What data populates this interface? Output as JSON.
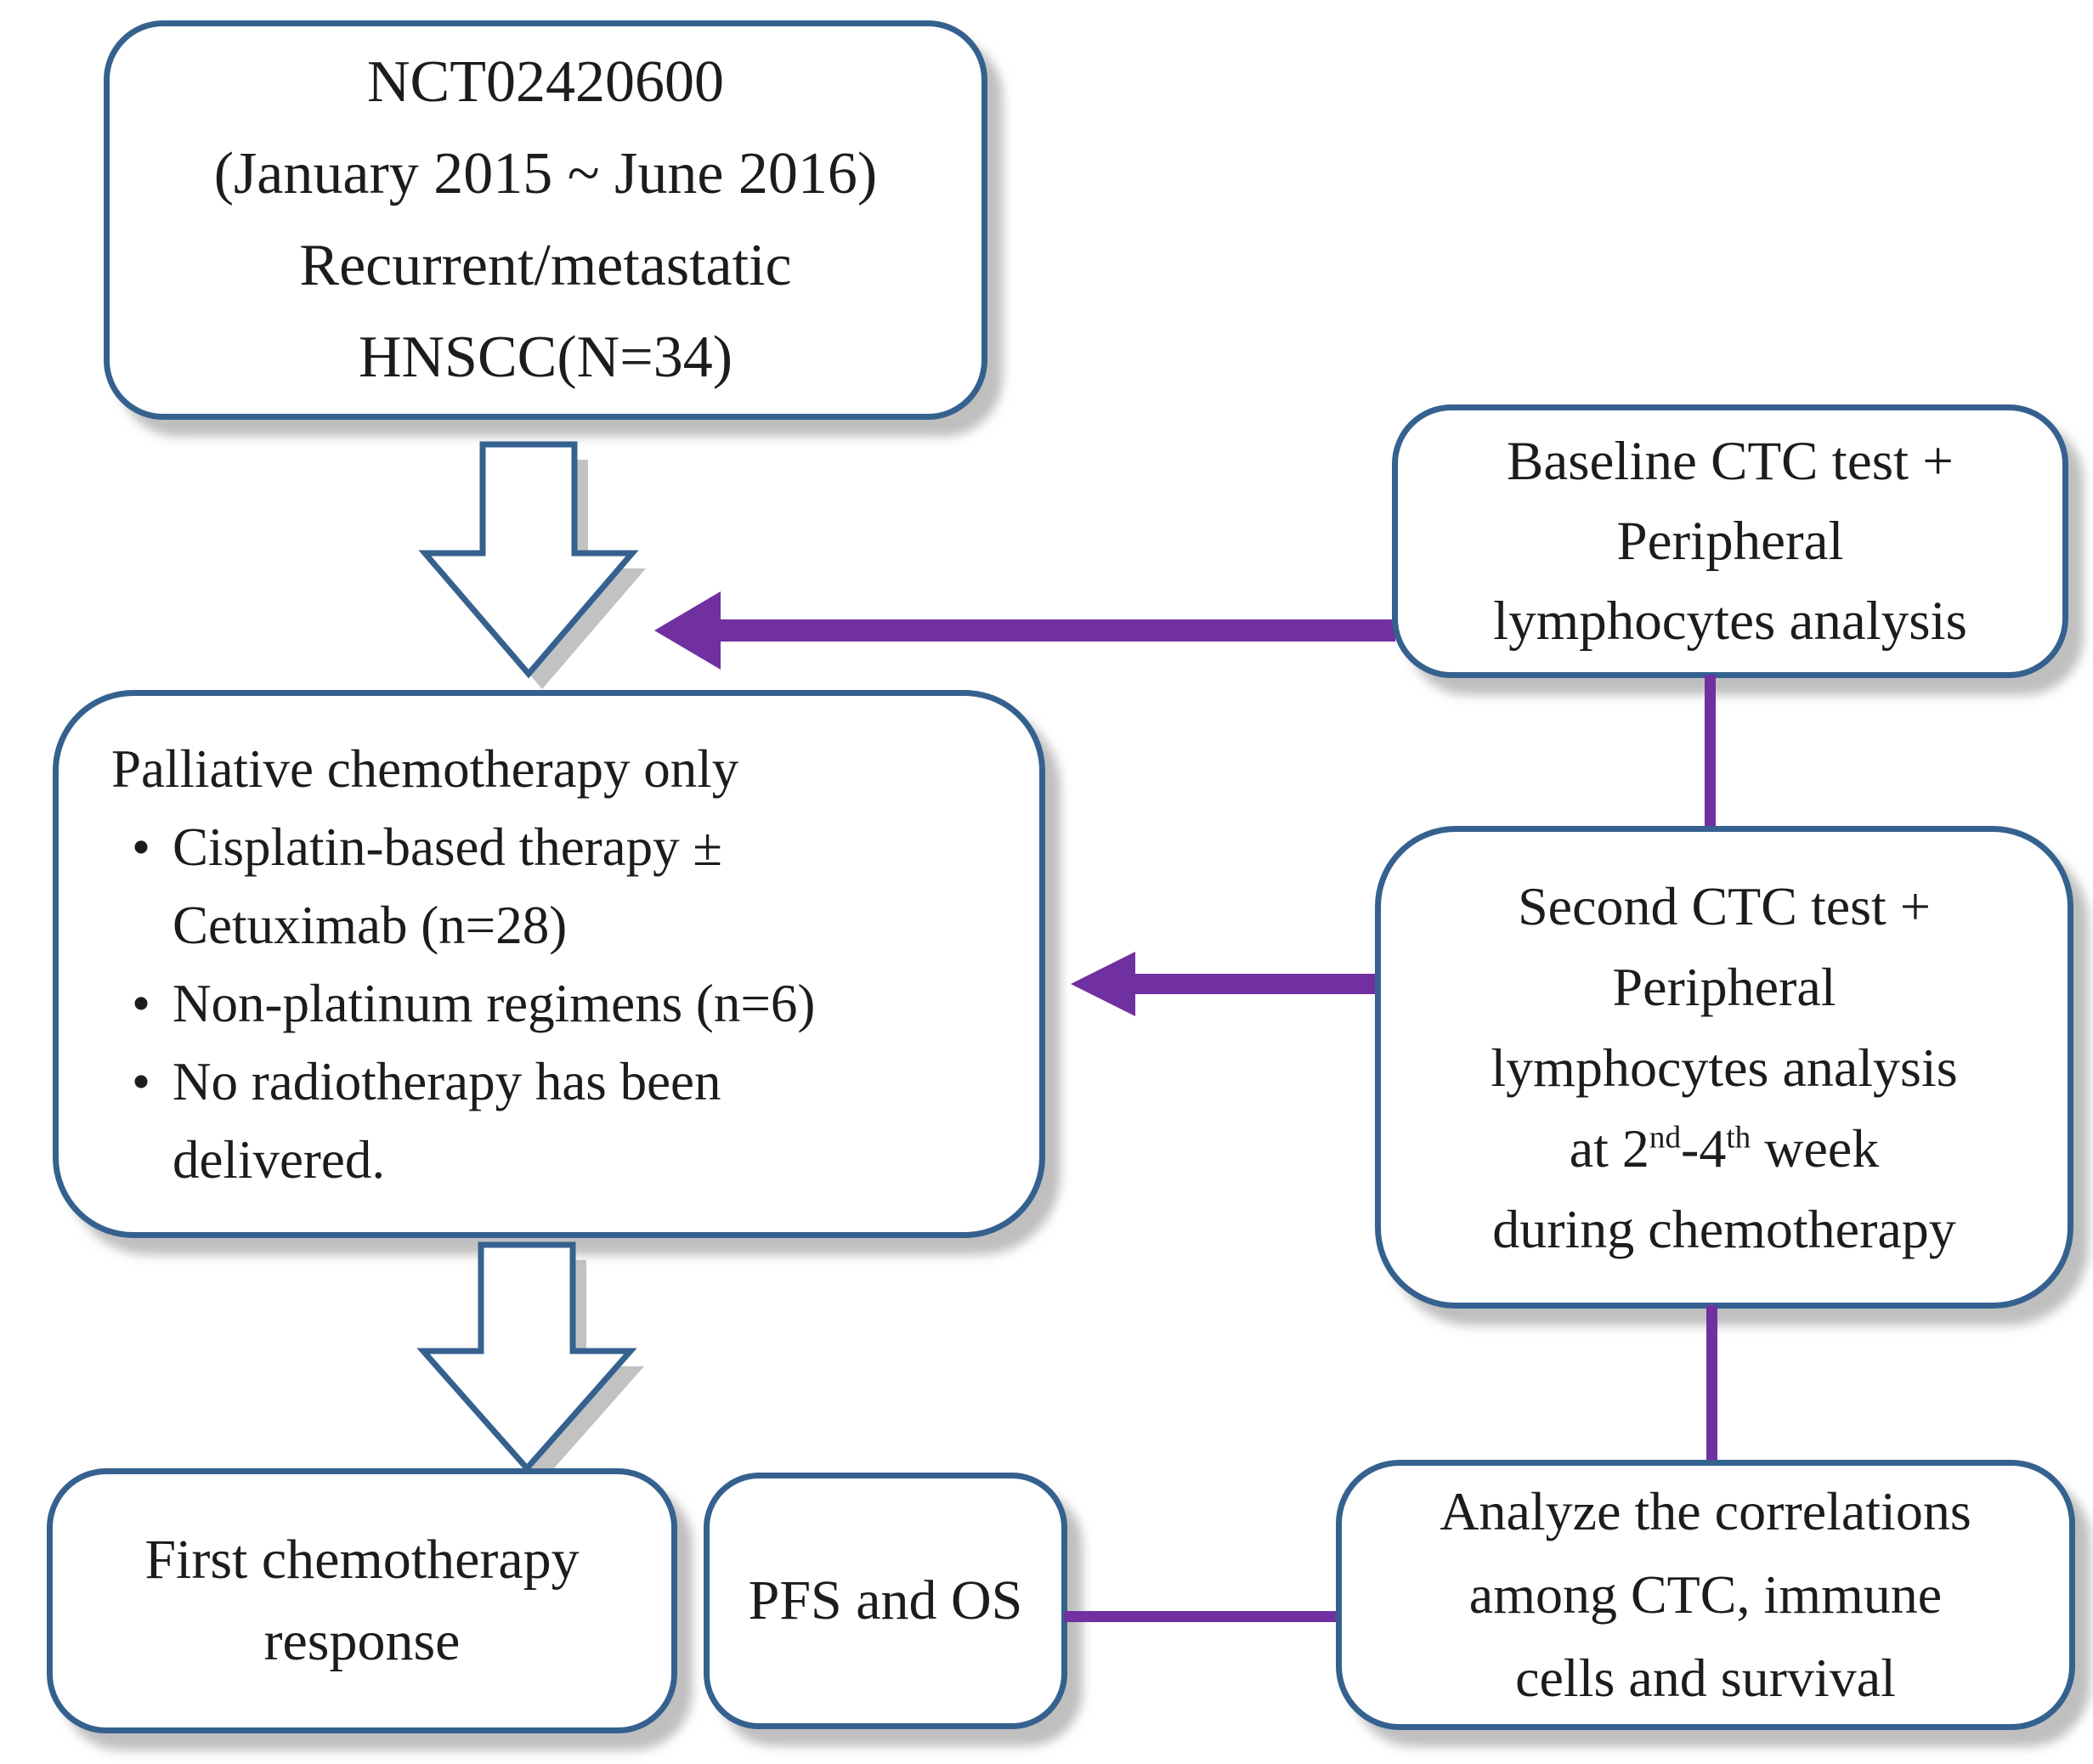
{
  "enrollment_box": {
    "lines": [
      "NCT02420600",
      "(January 2015 ~ June 2016)",
      "Recurrent/metastatic",
      "HNSCC(N=34)"
    ]
  },
  "baseline_box": {
    "lines": [
      "Baseline CTC test +",
      "Peripheral",
      "lymphocytes analysis"
    ]
  },
  "palliative_box": {
    "title": "Palliative chemotherapy only",
    "items": [
      {
        "marker": "•",
        "lines": [
          "Cisplatin-based therapy ±",
          "Cetuximab (n=28)"
        ]
      },
      {
        "marker": "•",
        "lines": [
          "Non-platinum regimens (n=6)"
        ]
      },
      {
        "marker": "•",
        "lines": [
          "No radiotherapy has been",
          "delivered."
        ]
      }
    ]
  },
  "second_box": {
    "lines": [
      "Second CTC test +",
      "Peripheral",
      "lymphocytes analysis"
    ],
    "week_line": {
      "pre": "at 2",
      "sup1": "nd",
      "mid": "-4",
      "sup2": "th",
      "post": " week"
    },
    "last_line": "during chemotherapy"
  },
  "first_response_box": {
    "lines": [
      "First chemotherapy",
      "response"
    ]
  },
  "pfs_box": {
    "label": "PFS and OS"
  },
  "analyze_box": {
    "lines": [
      "Analyze the correlations",
      "among CTC, immune",
      "cells and survival"
    ]
  },
  "colors": {
    "box_border": "#35618F",
    "arrow_purple": "#7030A0",
    "text": "#1C1C1C",
    "background": "#FFFFFF"
  }
}
